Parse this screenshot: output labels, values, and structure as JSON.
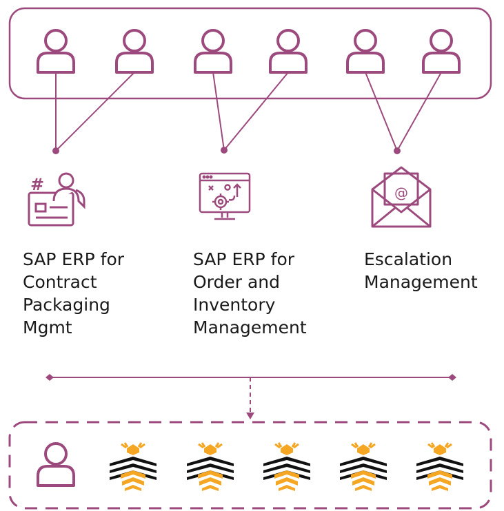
{
  "colors": {
    "accent": "#9c4a7d",
    "bee_orange": "#f5a623",
    "bee_black": "#111111",
    "text": "#1a1a1a"
  },
  "users_group": {
    "icons": [
      "user-icon",
      "user-icon",
      "user-icon",
      "user-icon",
      "user-icon",
      "user-icon"
    ]
  },
  "services": [
    {
      "icon": "contract-id-card-icon",
      "label_lines": [
        "SAP ERP for",
        "Contract",
        "Packaging",
        "Mgmt"
      ]
    },
    {
      "icon": "order-inventory-monitor-icon",
      "label_lines": [
        "SAP ERP for",
        "Order and",
        "Inventory",
        "Management"
      ]
    },
    {
      "icon": "escalation-email-icon",
      "label_lines": [
        "Escalation",
        "Management"
      ]
    }
  ],
  "bottom_group": {
    "icons": [
      "user-icon",
      "bee-bot-icon",
      "bee-bot-icon",
      "bee-bot-icon",
      "bee-bot-icon",
      "bee-bot-icon"
    ]
  }
}
